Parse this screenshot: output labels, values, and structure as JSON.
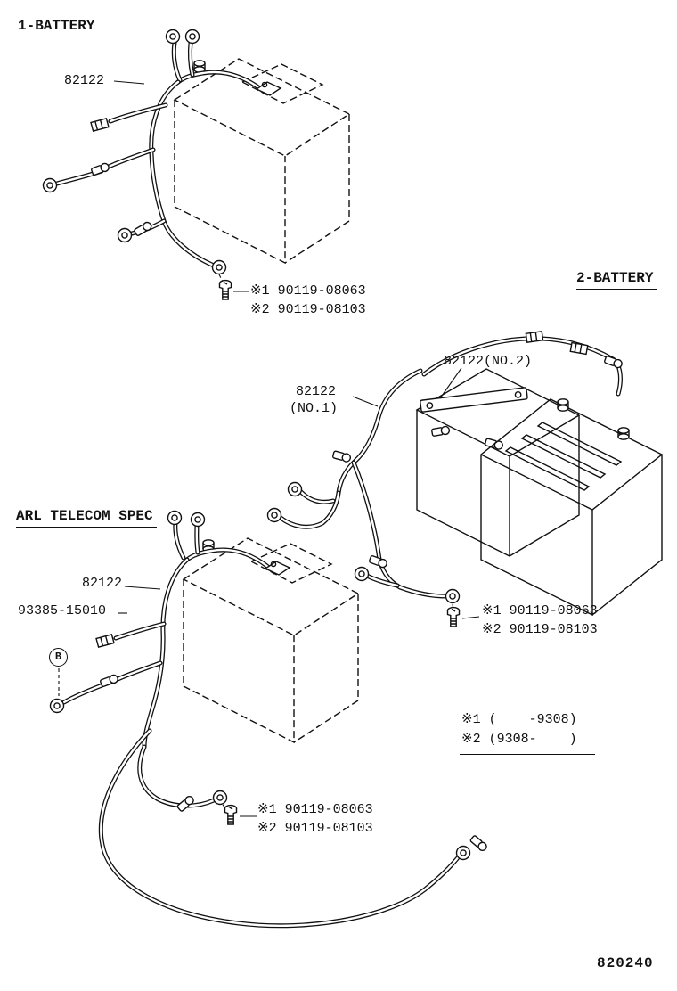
{
  "page": {
    "doc_number": "820240"
  },
  "section_battery1": {
    "title": "1-BATTERY",
    "harness_label": "82122",
    "bolt_note_1": "※1 90119-08063",
    "bolt_note_2": "※2 90119-08103"
  },
  "section_battery2": {
    "title": "2-BATTERY",
    "harness_no2_label": "82122(NO.2)",
    "harness_no1_label_line1": "82122",
    "harness_no1_label_line2": "(NO.1)",
    "bolt_note_1": "※1 90119-08063",
    "bolt_note_2": "※2 90119-08103"
  },
  "section_arl": {
    "title": "ARL TELECOM SPEC",
    "harness_label": "82122",
    "part_label": "93385-15010",
    "battery_symbol": "B",
    "bolt_note_1": "※1 90119-08063",
    "bolt_note_2": "※2 90119-08103"
  },
  "legend": {
    "line1": "※1 (    -9308)",
    "line2": "※2 (9308-    )"
  }
}
